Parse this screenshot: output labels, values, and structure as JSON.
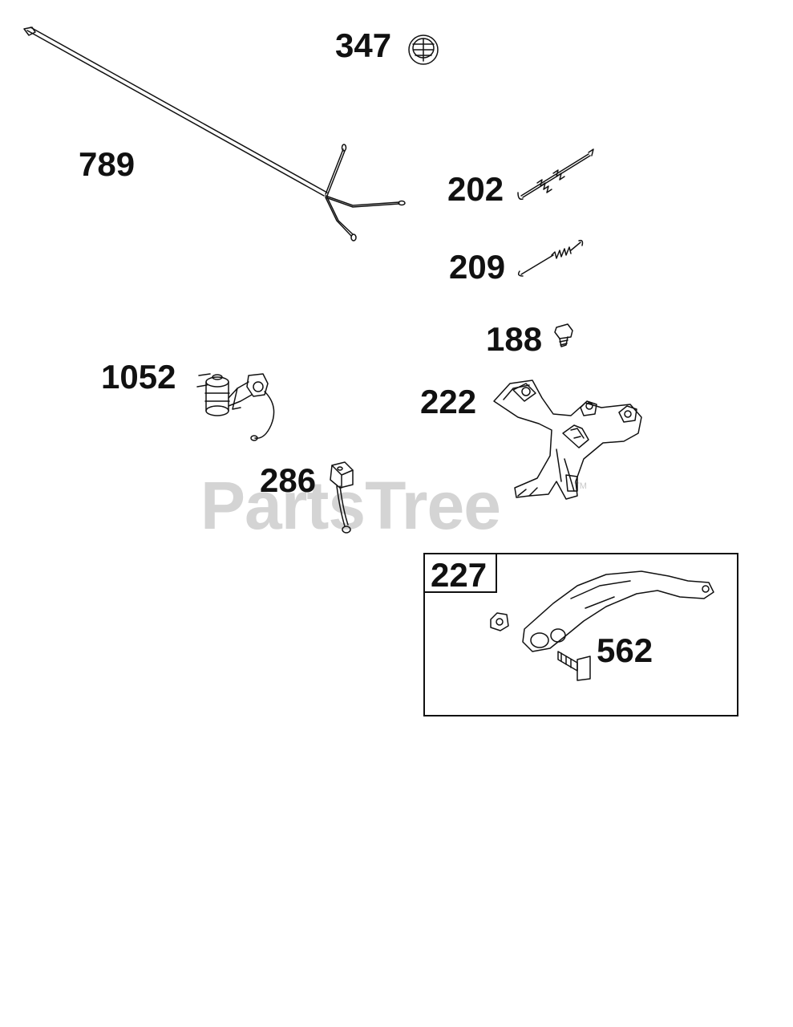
{
  "watermark": {
    "text": "PartsTree",
    "tm": "TM"
  },
  "parts": [
    {
      "id": "347",
      "icon": "cap-icon"
    },
    {
      "id": "789",
      "icon": "wire-harness-icon"
    },
    {
      "id": "202",
      "icon": "governor-link-icon"
    },
    {
      "id": "209",
      "icon": "spring-icon"
    },
    {
      "id": "188",
      "icon": "screw-icon"
    },
    {
      "id": "1052",
      "icon": "solenoid-icon"
    },
    {
      "id": "222",
      "icon": "control-bracket-icon"
    },
    {
      "id": "286",
      "icon": "diode-icon"
    },
    {
      "id": "227",
      "icon": "lever-kit-icon"
    },
    {
      "id": "562",
      "icon": "bolt-icon"
    }
  ],
  "colors": {
    "line": "#111111",
    "watermark": "#d4d4d4",
    "background": "#ffffff"
  }
}
